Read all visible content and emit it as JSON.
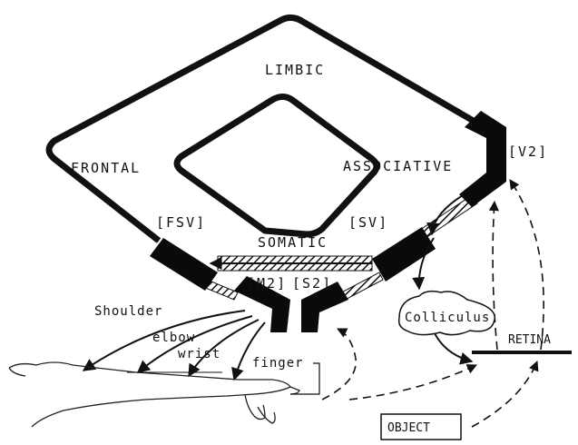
{
  "labels": {
    "limbic": "LIMBIC",
    "frontal": "FRONTAL",
    "associative": "ASSOCIATIVE",
    "v2": "[V2]",
    "fsv": "[FSV]",
    "sv": "[SV]",
    "somatic": "SOMATIC",
    "m2": "[M2]",
    "s2": "[S2]",
    "shoulder": "Shoulder",
    "elbow": "elbow",
    "wrist": "wrist",
    "finger": "finger",
    "colliculus": "Colliculus",
    "retina": "RETINA",
    "object": "OBJECT"
  },
  "colors": {
    "ink": "#111111",
    "background": "#ffffff"
  }
}
